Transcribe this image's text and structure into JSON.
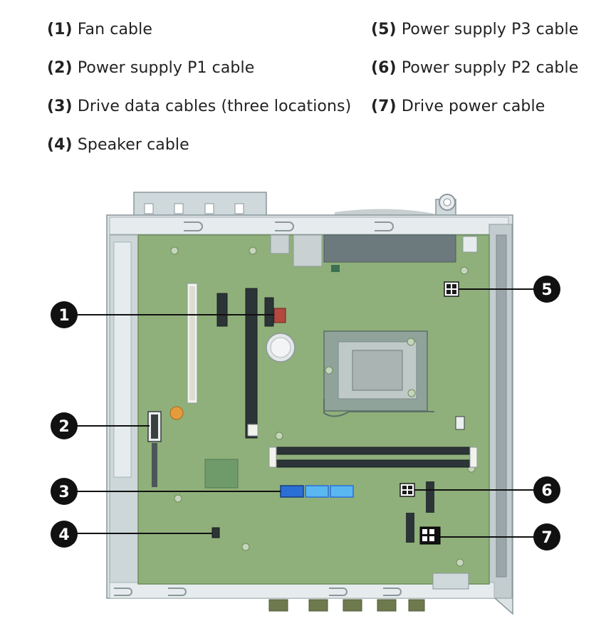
{
  "legend": {
    "left": [
      {
        "num": "(1)",
        "text": "Fan cable"
      },
      {
        "num": "(2)",
        "text": "Power supply P1 cable"
      },
      {
        "num": "(3)",
        "text": "Drive data cables (three locations)"
      },
      {
        "num": "(4)",
        "text": "Speaker cable"
      }
    ],
    "right": [
      {
        "num": "(5)",
        "text": "Power supply P3 cable"
      },
      {
        "num": "(6)",
        "text": "Power supply P2 cable"
      },
      {
        "num": "(7)",
        "text": "Drive power cable"
      }
    ]
  },
  "callouts": [
    "1",
    "2",
    "3",
    "4",
    "5",
    "6",
    "7"
  ],
  "colors": {
    "board": "#8fb07a",
    "chassis": "#d7e0e3",
    "chassis_dark": "#9aa8ac",
    "callout": "#111111",
    "sata_blue": "#2a6fd6",
    "sata_light": "#5bb7ef",
    "fan_header": "#b3493f"
  }
}
